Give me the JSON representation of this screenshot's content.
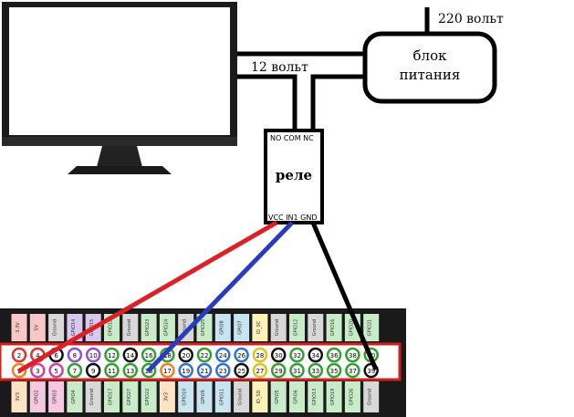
{
  "labels": {
    "mains": "220 вольт",
    "psu_line1": "блок",
    "psu_line2": "питания",
    "low_voltage": "12 вольт",
    "relay": "реле",
    "relay_top_pins": "NO COM  NC",
    "relay_bottom_pins": "VCC IN1  GND"
  },
  "header": {
    "top_labels": [
      "3.3V",
      "5V",
      "Ground",
      "GPIO14",
      "GPIO15",
      "GPIO18",
      "Ground",
      "GPIO23",
      "GPIO24",
      "Ground",
      "GPIO25",
      "GPIO8",
      "GPIO7",
      "ID_SC",
      "Ground",
      "GPIO12",
      "Ground",
      "GPIO16",
      "GPIO20",
      "GPIO21"
    ],
    "bottom_labels": [
      "3V3",
      "GPIO2",
      "GPIO3",
      "GPIO4",
      "Ground",
      "GPIO17",
      "GPIO27",
      "GPIO22",
      "3V3",
      "GPIO10",
      "GPIO9",
      "GPIO11",
      "Ground",
      "ID_SD",
      "GPIO5",
      "GPIO6",
      "GPIO13",
      "GPIO19",
      "GPIO26",
      "Ground"
    ],
    "top_pins": [
      "2",
      "4",
      "6",
      "8",
      "10",
      "12",
      "14",
      "16",
      "18",
      "20",
      "22",
      "24",
      "26",
      "28",
      "30",
      "32",
      "34",
      "36",
      "38",
      "40"
    ],
    "bottom_pins": [
      "1",
      "3",
      "5",
      "7",
      "9",
      "11",
      "13",
      "15",
      "17",
      "19",
      "21",
      "23",
      "25",
      "27",
      "29",
      "31",
      "33",
      "35",
      "37",
      "39"
    ],
    "top_colors": [
      "#f8c8c8",
      "#f8c8c8",
      "#d8d8d8",
      "#d8c8f0",
      "#d8c8f0",
      "#c8ecc8",
      "#d8d8d8",
      "#c8ecc8",
      "#c8ecc8",
      "#d8d8d8",
      "#c8ecc8",
      "#c8e4f0",
      "#c8e4f0",
      "#fff2b8",
      "#d8d8d8",
      "#c8ecc8",
      "#d8d8d8",
      "#c8ecc8",
      "#c8ecc8",
      "#c8ecc8"
    ],
    "bottom_colors": [
      "#fde2c4",
      "#f6c8e0",
      "#f6c8e0",
      "#c8ecc8",
      "#d8d8d8",
      "#c8ecc8",
      "#c8ecc8",
      "#c8ecc8",
      "#fde2c4",
      "#c8e4f0",
      "#c8e4f0",
      "#c8e4f0",
      "#d8d8d8",
      "#fff2b8",
      "#c8ecc8",
      "#c8ecc8",
      "#c8ecc8",
      "#c8ecc8",
      "#c8ecc8",
      "#d8d8d8"
    ],
    "top_ring_colors": [
      "#e03030",
      "#e03030",
      "#111111",
      "#9050d0",
      "#9050d0",
      "#30a030",
      "#111111",
      "#30a030",
      "#30a030",
      "#111111",
      "#30a030",
      "#3070d0",
      "#3070d0",
      "#e0c020",
      "#111111",
      "#30a030",
      "#111111",
      "#30a030",
      "#30a030",
      "#30a030"
    ],
    "bottom_ring_colors": [
      "#f08020",
      "#d040a0",
      "#d040a0",
      "#30a030",
      "#111111",
      "#30a030",
      "#30a030",
      "#30a030",
      "#f08020",
      "#3070d0",
      "#3070d0",
      "#3070d0",
      "#111111",
      "#e0c020",
      "#30a030",
      "#30a030",
      "#30a030",
      "#30a030",
      "#30a030",
      "#111111"
    ]
  },
  "colors": {
    "wire_black": "#000000",
    "wire_red": "#dd1f26",
    "wire_blue": "#2a3bbf",
    "header_bg": "#1a1a1a",
    "header_frame": "#d02020"
  }
}
